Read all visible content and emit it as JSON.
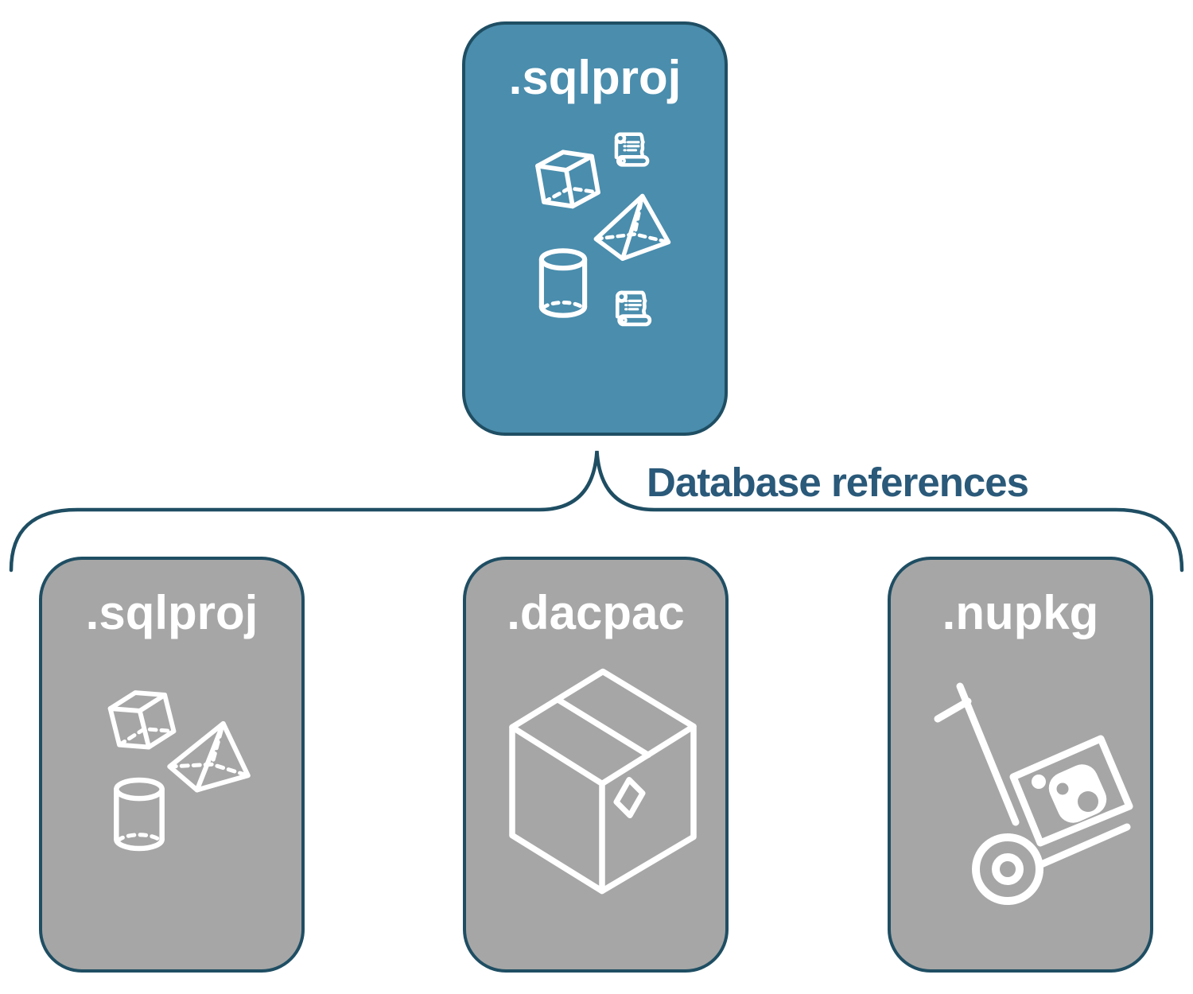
{
  "diagram": {
    "root": {
      "label": ".sqlproj",
      "icons": [
        "cube-icon",
        "scroll-icon",
        "pyramid-icon",
        "cylinder-icon",
        "scroll-icon"
      ]
    },
    "connector_label": "Database references",
    "children": [
      {
        "label": ".sqlproj",
        "icons": [
          "cube-icon",
          "pyramid-icon",
          "cylinder-icon"
        ]
      },
      {
        "label": ".dacpac",
        "icons": [
          "package-box-icon"
        ]
      },
      {
        "label": ".nupkg",
        "icons": [
          "hand-truck-icon"
        ]
      }
    ],
    "colors": {
      "root_fill": "#4A8DAD",
      "child_fill": "#A6A6A6",
      "border": "#1F4E63",
      "connector": "#1F4E63",
      "connector_label_color": "#2A5979",
      "node_label_color": "#FFFFFF"
    }
  }
}
